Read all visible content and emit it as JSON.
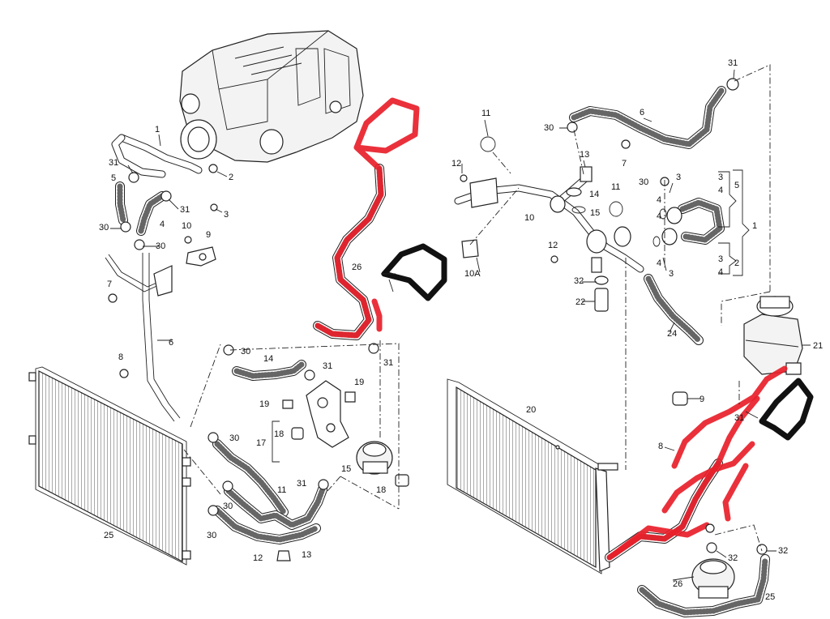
{
  "labels": {
    "l1": "1",
    "l2": "2",
    "l3": "3",
    "l5": "5",
    "l31a": "31",
    "l31b": "31",
    "l4": "4",
    "l30a": "30",
    "l10": "10",
    "l9": "9",
    "l30b": "30",
    "l7": "7",
    "l6": "6",
    "l8": "8",
    "l26": "26",
    "l30c": "30",
    "l14": "14",
    "l31c": "31",
    "l31d": "31",
    "l19a": "19",
    "l19b": "19",
    "l17": "17",
    "l18a": "18",
    "l30d": "30",
    "l15": "15",
    "l31e": "31",
    "l18b": "18",
    "l11a": "11",
    "l30e": "30",
    "l30f": "30",
    "l25a": "25",
    "l12a": "12",
    "l13a": "13",
    "r11a": "11",
    "r30a": "30",
    "r6": "6",
    "r31a": "31",
    "r12a": "12",
    "r13": "13",
    "r7": "7",
    "r14": "14",
    "r10": "10",
    "r11b": "11",
    "r15": "15",
    "r30b": "30",
    "r3a": "3",
    "r3b": "3",
    "r4a": "4",
    "r5": "5",
    "r4b": "4",
    "r1": "1",
    "r4c": "4",
    "r4d": "4",
    "r3c": "3",
    "r3d": "3",
    "r4e": "4",
    "r2": "2",
    "r10a": "10A",
    "r12b": "12",
    "r32a": "32",
    "r22": "22",
    "r24": "24",
    "r21": "21",
    "r20": "20",
    "r9": "9",
    "r31b": "31",
    "r8": "8",
    "r32b": "32",
    "r32c": "32",
    "r26": "26",
    "r25": "25"
  }
}
